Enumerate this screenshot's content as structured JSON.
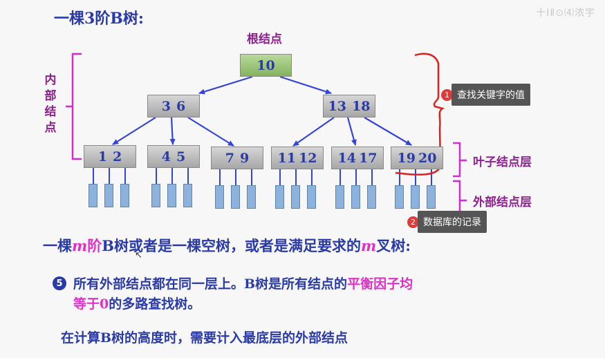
{
  "title": "一棵3阶B树:",
  "watermark": "十ⅠⅡ⊙⑷浓宇",
  "root_label": "根结点",
  "internal_label": [
    "内",
    "部",
    "结",
    "点"
  ],
  "leaf_label": "叶子结点层",
  "external_label": "外部结点层",
  "nodes": {
    "root": [
      "10"
    ],
    "l1_left": [
      "3",
      "6"
    ],
    "l1_right": [
      "13",
      "18"
    ],
    "leaves": [
      [
        "1",
        "2"
      ],
      [
        "4",
        "5"
      ],
      [
        "7",
        "9"
      ],
      [
        "11",
        "12"
      ],
      [
        "14",
        "17"
      ],
      [
        "19",
        "20"
      ]
    ]
  },
  "annotations": [
    {
      "num": "1",
      "text": "查找关键字的值"
    },
    {
      "num": "2",
      "text": "数据库的记录"
    }
  ],
  "definition": {
    "prefix": "一棵",
    "m1": "m",
    "jie": "阶",
    "mid": "B树或者是一棵空树，或者是满足要求的",
    "m2": "m",
    "suffix": "叉树:"
  },
  "item5": {
    "num": "5",
    "part1": "所有外部结点都在同一层上。B树是所有结点的",
    "highlight1": "平衡因子均",
    "highlight2": "等于0",
    "part2": "的多路查找树。"
  },
  "note": "在计算B树的高度时，需要计入最底层的外部结点",
  "colors": {
    "text_blue": "#2a3ba8",
    "label_purple": "#8f1f8f",
    "bracket_magenta": "#d42ad4",
    "arrow_blue": "#3344dd",
    "annotation_red": "#e02020"
  }
}
